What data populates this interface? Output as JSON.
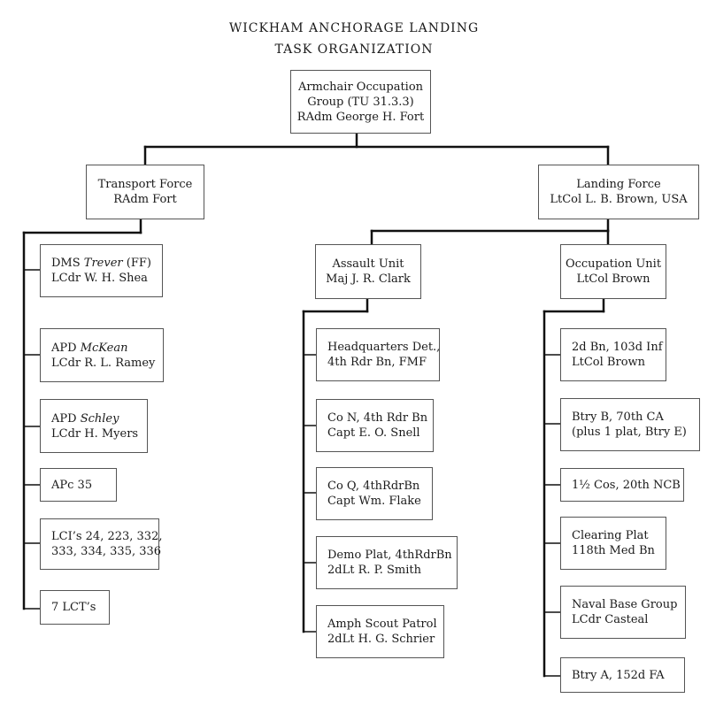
{
  "title": "WICKHAM ANCHORAGE LANDING",
  "subtitle": "TASK ORGANIZATION",
  "root": {
    "lines": [
      "Armchair Occupation",
      "Group (TU 31.3.3)",
      "RAdm George H. Fort"
    ]
  },
  "transport": {
    "header": {
      "lines": [
        "Transport Force",
        "RAdm Fort"
      ]
    },
    "units": [
      {
        "pre": "DMS ",
        "ital": "Trever",
        "post": " (FF)",
        "line2": "LCdr W. H. Shea"
      },
      {
        "pre": "APD ",
        "ital": "McKean",
        "post": "",
        "line2": "LCdr R. L. Ramey"
      },
      {
        "pre": "APD ",
        "ital": "Schley",
        "post": "",
        "line2": "LCdr H. Myers"
      },
      {
        "pre": "APc 35",
        "ital": "",
        "post": "",
        "line2": ""
      },
      {
        "pre": "LCI’s 24, 223, 332,",
        "ital": "",
        "post": "",
        "line2": "333, 334, 335, 336"
      },
      {
        "pre": "7 LCT’s",
        "ital": "",
        "post": "",
        "line2": ""
      }
    ]
  },
  "landing": {
    "header": {
      "lines": [
        "Landing Force",
        "LtCol L. B. Brown, USA"
      ]
    },
    "assault": {
      "header": {
        "lines": [
          "Assault Unit",
          "Maj J. R. Clark"
        ]
      },
      "units": [
        {
          "lines": [
            "Headquarters Det.,",
            "4th Rdr Bn, FMF"
          ]
        },
        {
          "lines": [
            "Co N, 4th Rdr Bn",
            "Capt E. O. Snell"
          ]
        },
        {
          "lines": [
            "Co Q, 4thRdrBn",
            "Capt Wm. Flake"
          ]
        },
        {
          "lines": [
            "Demo Plat, 4thRdrBn",
            "2dLt R. P. Smith"
          ]
        },
        {
          "lines": [
            "Amph Scout Patrol",
            "2dLt H. G. Schrier"
          ]
        }
      ]
    },
    "occupation": {
      "header": {
        "lines": [
          "Occupation Unit",
          "LtCol Brown"
        ]
      },
      "units": [
        {
          "lines": [
            "2d Bn, 103d Inf",
            "LtCol Brown"
          ]
        },
        {
          "lines": [
            "Btry B, 70th CA",
            "(plus 1 plat, Btry E)"
          ]
        },
        {
          "lines": [
            "1½ Cos, 20th NCB"
          ]
        },
        {
          "lines": [
            "Clearing Plat",
            "118th Med Bn"
          ]
        },
        {
          "lines": [
            "Naval Base Group",
            "LCdr Casteal"
          ]
        },
        {
          "lines": [
            "Btry A, 152d FA"
          ]
        }
      ]
    }
  }
}
